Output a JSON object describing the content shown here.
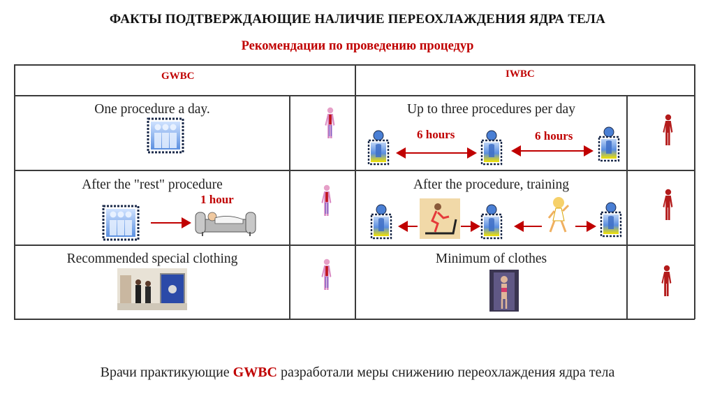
{
  "header": {
    "title": "ФАКТЫ ПОДТВЕРЖДАЮЩИЕ НАЛИЧИЕ ПЕРЕОХЛАЖДЕНИЯ ЯДРА ТЕЛА",
    "subtitle": "Рекомендации по проведению процедур"
  },
  "table": {
    "columns": [
      "GWBC",
      "IWBC"
    ],
    "rows": [
      {
        "gwbc": "One procedure a day.",
        "iwbc": "Up to three procedures per day",
        "interval_left": "6 hours",
        "interval_right": "6 hours"
      },
      {
        "gwbc": "After the \"rest\" procedure",
        "gwbc_interval": "1 hour",
        "iwbc": "After the procedure, training"
      },
      {
        "gwbc": "Recommended special clothing",
        "iwbc": "Minimum of clothes"
      }
    ]
  },
  "footer": {
    "before": "Врачи практикующие ",
    "accent": "GWBC",
    "after": " разработали меры  снижению переохлаждения ядра тела"
  },
  "colors": {
    "accent": "#c00000",
    "cabin_blue": "#4a7fd4",
    "cabin_glow": "#f2e200"
  }
}
